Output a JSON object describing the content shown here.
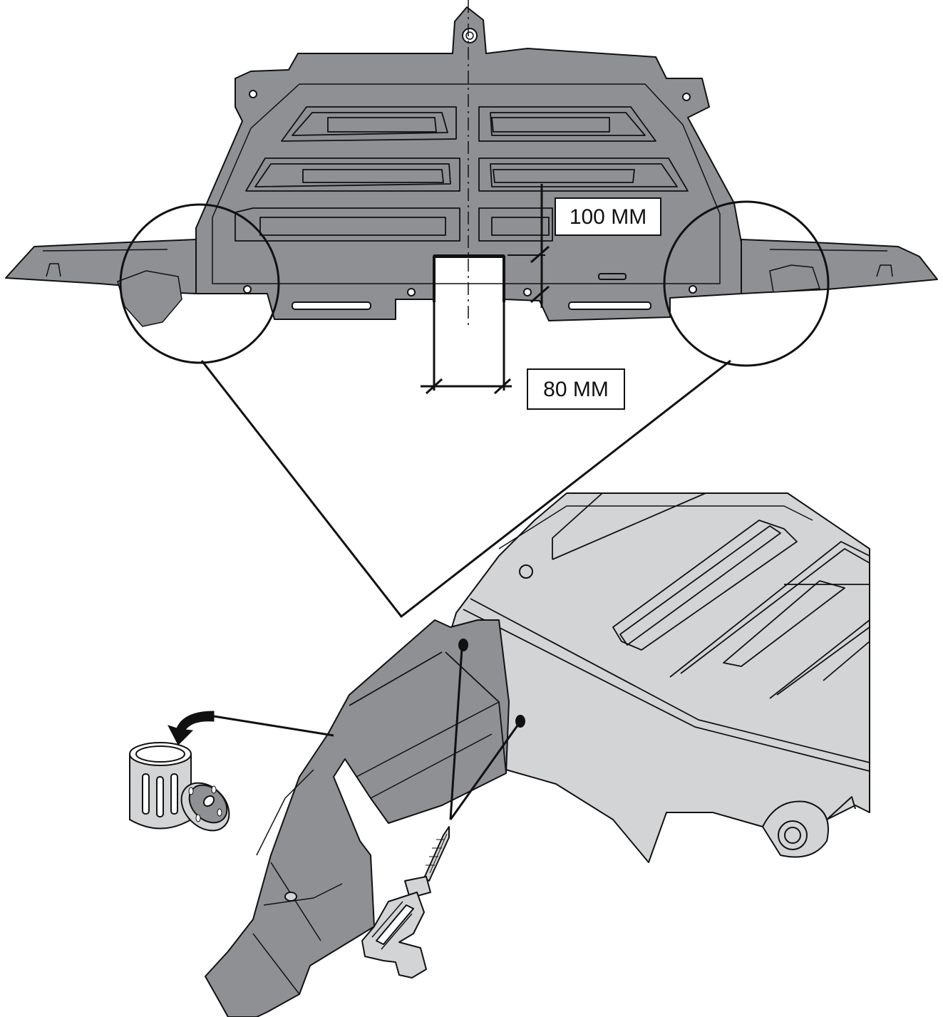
{
  "dimensions": {
    "height_label": "100 MM",
    "width_label": "80 MM"
  },
  "colors": {
    "part_fill": "#8f9094",
    "detail_fill": "#d3d4d6",
    "stroke": "#111111",
    "background": "#ffffff"
  },
  "icons": [
    "skid-plate",
    "cutout-notch",
    "magnifier-circle",
    "trash-bin-icon",
    "fastener-clip-icon",
    "drill-icon",
    "discard-arrow-icon"
  ]
}
